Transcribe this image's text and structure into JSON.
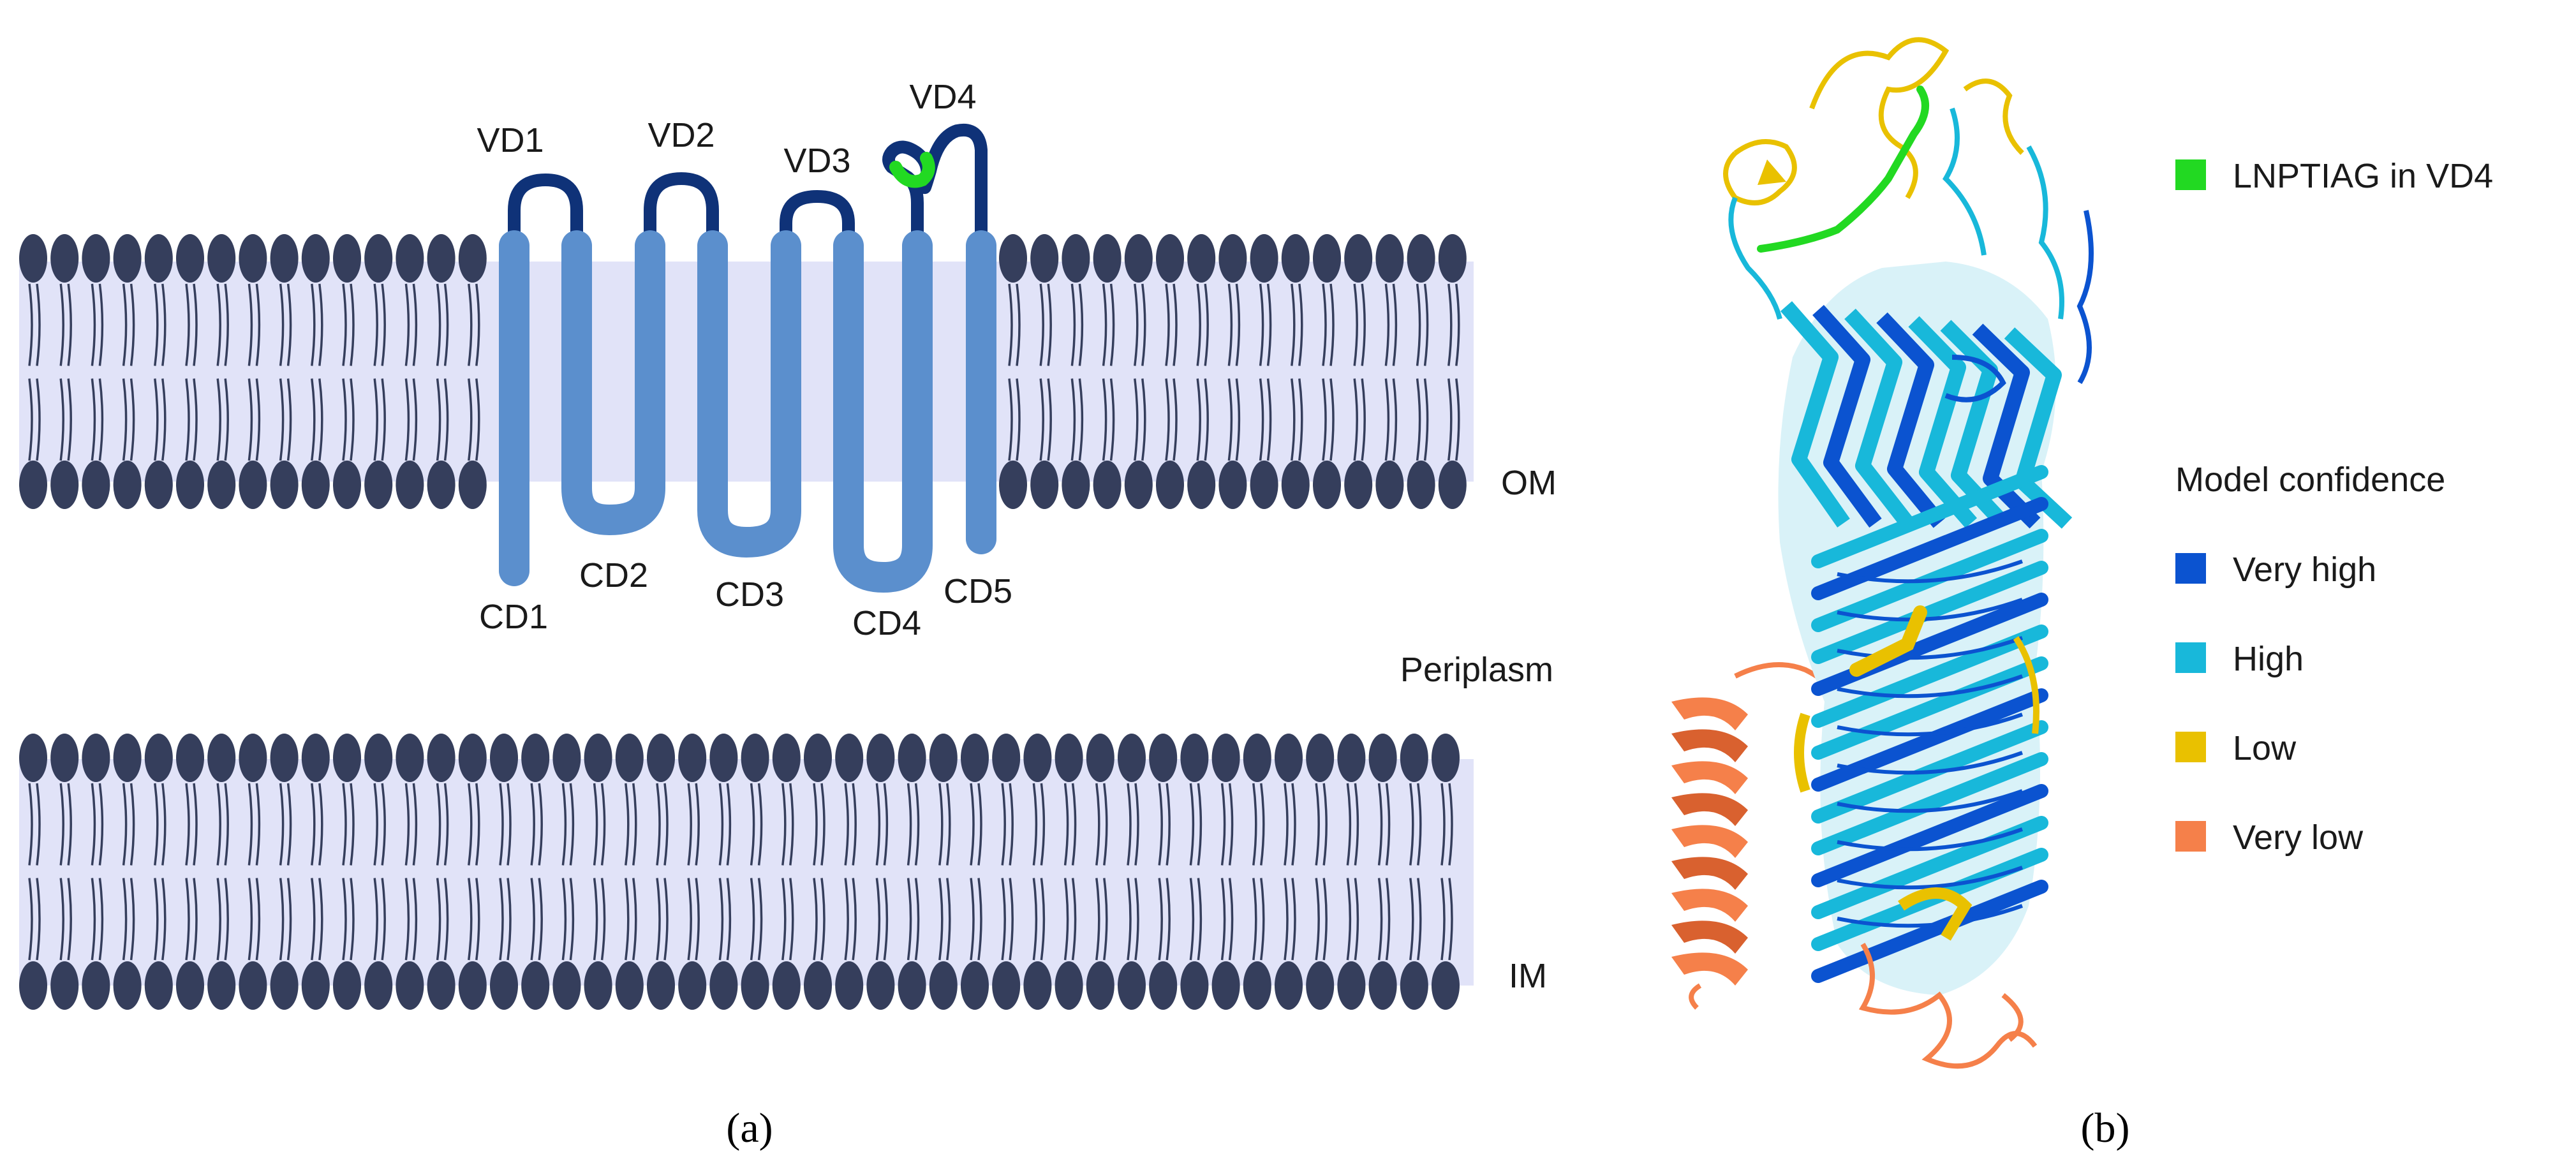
{
  "panel_a": {
    "label": "(a)",
    "membranes": {
      "outer": "OM",
      "periplasm": "Periplasm",
      "inner": "IM"
    },
    "extracellular_loops": [
      "VD1",
      "VD2",
      "VD3",
      "VD4"
    ],
    "periplasmic_turns": [
      "CD1",
      "CD2",
      "CD3",
      "CD4",
      "CD5"
    ]
  },
  "panel_b": {
    "label": "(b)",
    "motif_legend": "LNPTIAG in VD4",
    "confidence_title": "Model confidence",
    "confidence_levels": [
      {
        "name": "Very high",
        "color": "#0b53d0"
      },
      {
        "name": "High",
        "color": "#18b8da"
      },
      {
        "name": "Low",
        "color": "#e9c100"
      },
      {
        "name": "Very low",
        "color": "#f5804a"
      }
    ]
  },
  "colors": {
    "lipid_head": "#353e5c",
    "membrane_fill": "#e1e3f8",
    "barrel_strand": "#5b8fcd",
    "loop": "#0f3278",
    "motif": "#22d922"
  }
}
